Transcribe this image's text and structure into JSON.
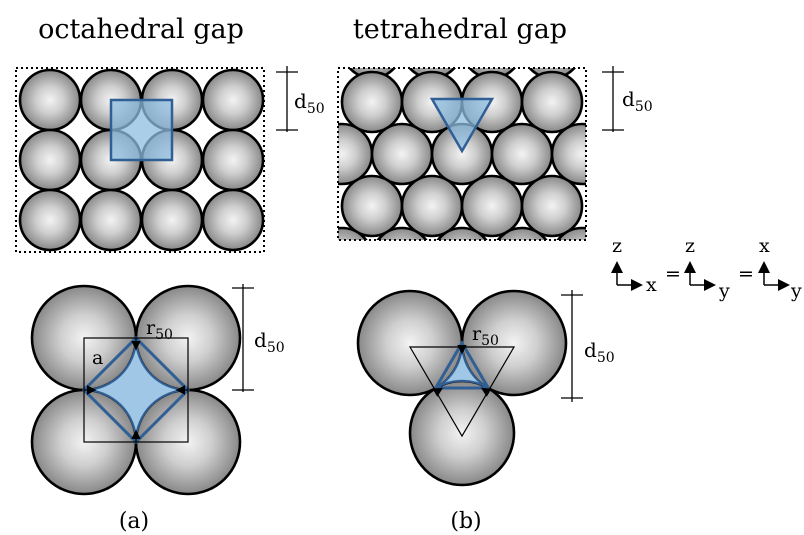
{
  "titles": {
    "octahedral": "octahedral gap",
    "tetrahedral": "tetrahedral gap"
  },
  "captions": {
    "a": "(a)",
    "b": "(b)"
  },
  "labels": {
    "d": "d",
    "d_sub": "50",
    "r": "r",
    "r_sub": "50",
    "a": "a"
  },
  "axes": {
    "z": "z",
    "x": "x",
    "y": "y",
    "equals": "="
  },
  "colors": {
    "gap_fill": "#8fbde0",
    "gap_stroke": "#2f5f95",
    "sphere_light": "#f2f2f2",
    "sphere_dark": "#8a8a8a"
  }
}
